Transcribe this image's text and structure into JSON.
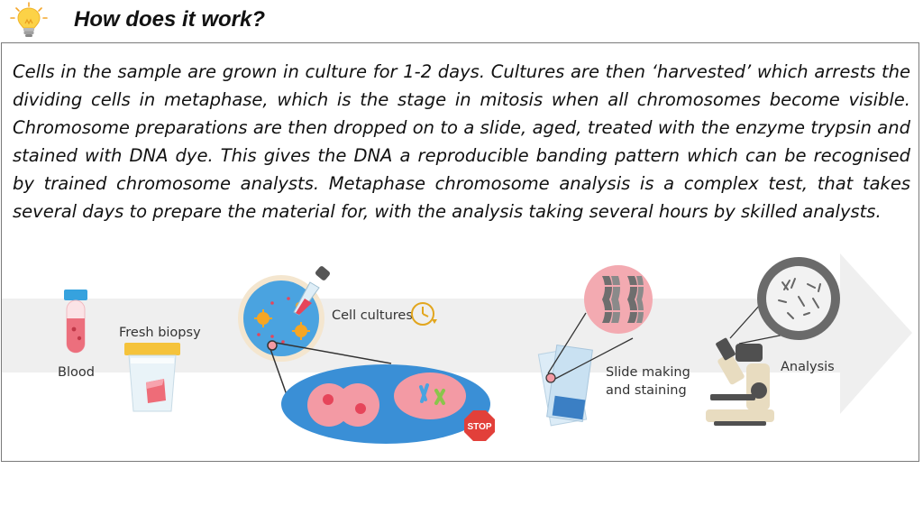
{
  "header": {
    "title": "How does it work?",
    "icon": "light-bulb-icon"
  },
  "body": {
    "paragraph": "Cells in the sample are grown in culture for 1-2 days. Cultures are then ‘harvested’ which arrests the dividing cells in metaphase, which is the stage in mitosis when all chromosomes become visible. Chromosome preparations are then dropped on to a slide, aged, treated with the enzyme trypsin and stained with DNA dye. This gives the DNA a reproducible banding pattern which can be recognised by trained chromosome analysts. Metaphase chromosome analysis is a complex test, that takes several days to prepare the material for, with the analysis taking several hours by skilled analysts."
  },
  "diagram": {
    "steps": {
      "blood": "Blood",
      "biopsy": "Fresh biopsy",
      "cultures": "Cell cultures",
      "slide_line1": "Slide making",
      "slide_line2": "and staining",
      "analysis": "Analysis"
    },
    "stop_sign": "STOP"
  },
  "colors": {
    "arrow": "#efefef",
    "petri_blue": "#4aa3e0",
    "cell_pink": "#f39aa4",
    "tube_red": "#e86a78",
    "biopsy_yellow": "#f5c33b",
    "stop_red": "#e2403a",
    "microscope_dark": "#505050",
    "microscope_cream": "#e8dcc0"
  }
}
